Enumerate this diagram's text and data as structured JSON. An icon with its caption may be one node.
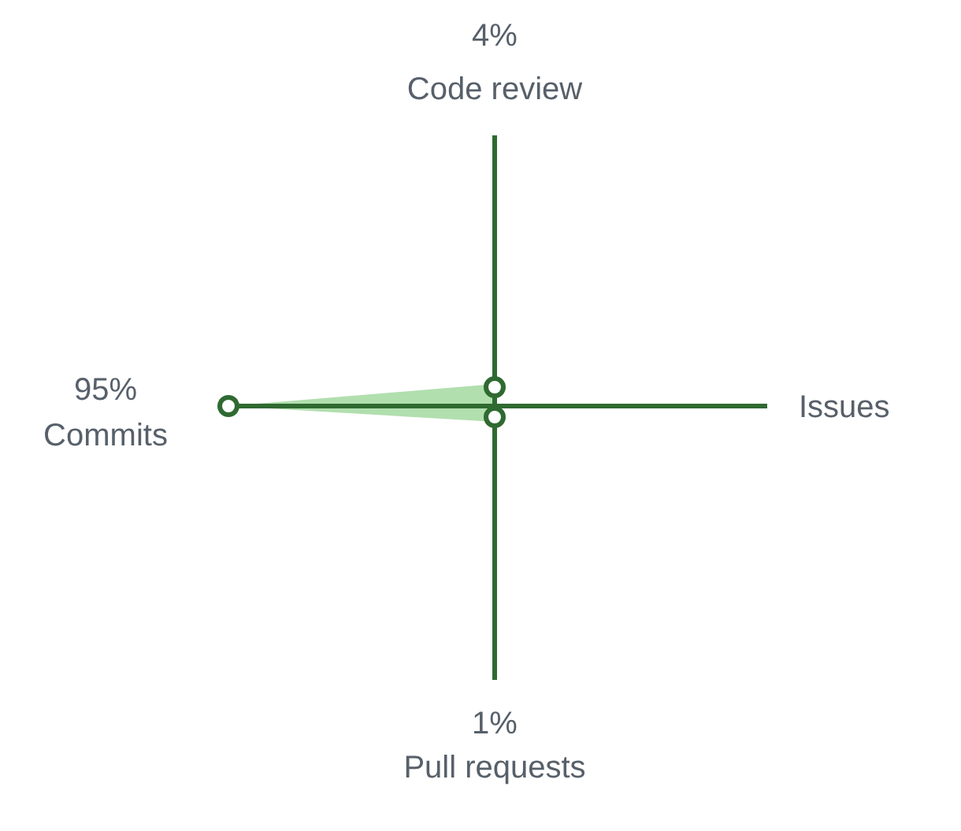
{
  "diagram": {
    "labels": [
      "4%",
      "Code review",
      "95%",
      "Commits",
      "Issues",
      "1%",
      "Pull requests"
    ]
  }
}
